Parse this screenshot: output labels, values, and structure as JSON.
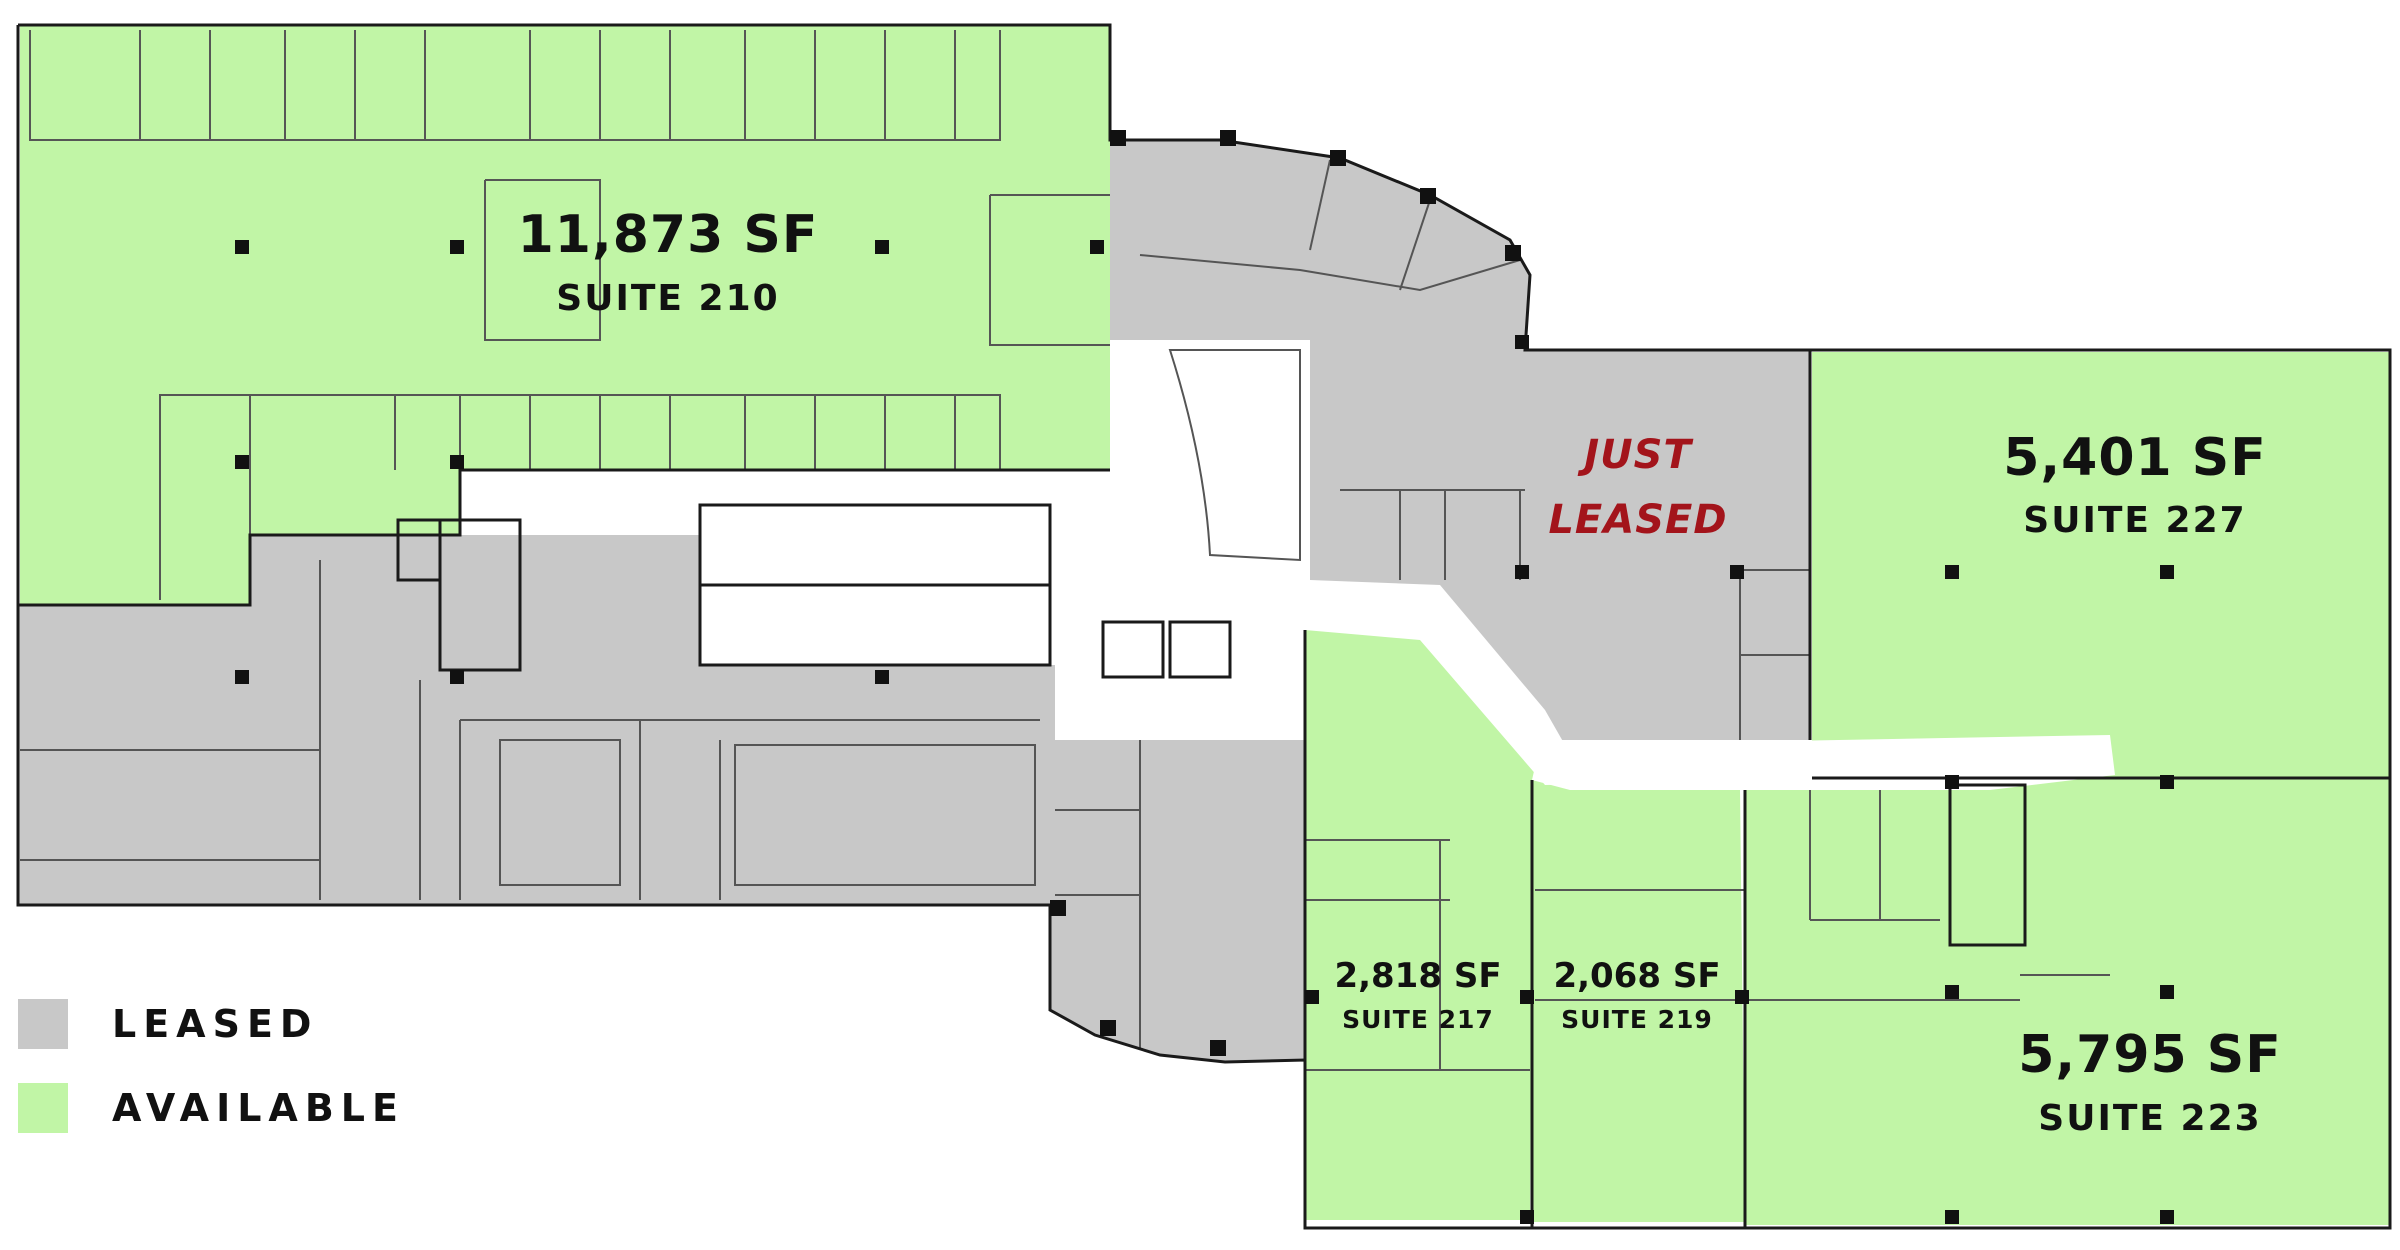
{
  "colors": {
    "leased": "#c8c8c8",
    "available": "#c1f5a6",
    "wall": "#1a1a1a",
    "just_leased_text": "#a3141b"
  },
  "suites": {
    "s210": {
      "area": "11,873 SF",
      "name": "SUITE 210",
      "status": "available"
    },
    "s227": {
      "area": "5,401 SF",
      "name": "SUITE 227",
      "status": "available"
    },
    "s223": {
      "area": "5,795 SF",
      "name": "SUITE 223",
      "status": "available"
    },
    "s217": {
      "area": "2,818 SF",
      "name": "SUITE 217",
      "status": "available"
    },
    "s219": {
      "area": "2,068 SF",
      "name": "SUITE 219",
      "status": "available"
    }
  },
  "just_leased": {
    "line1": "JUST",
    "line2": "LEASED"
  },
  "legend": {
    "leased_label": "LEASED",
    "available_label": "AVAILABLE"
  }
}
